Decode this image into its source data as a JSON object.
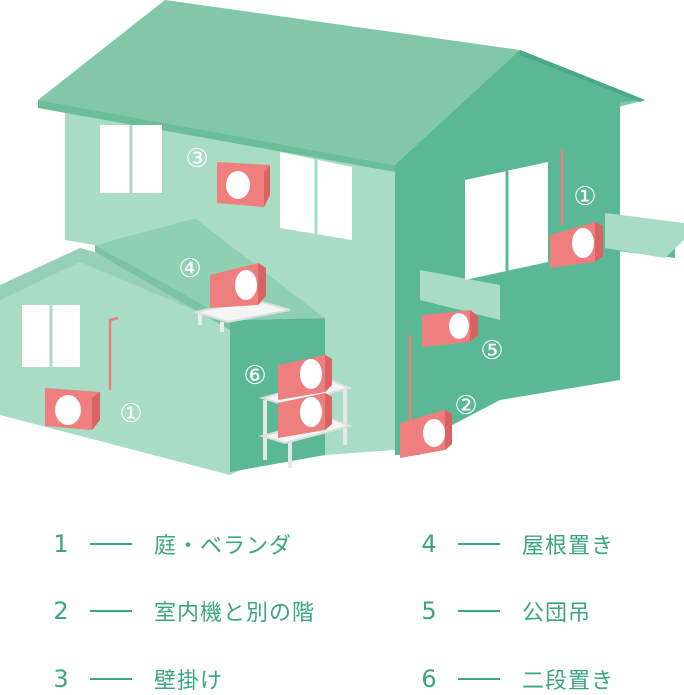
{
  "markers": {
    "m1a": "①",
    "m1b": "①",
    "m2": "②",
    "m3": "③",
    "m4": "④",
    "m5": "⑤",
    "m6": "⑥"
  },
  "legend": [
    {
      "num": "1",
      "label": "庭・ベランダ"
    },
    {
      "num": "2",
      "label": "室内機と別の階"
    },
    {
      "num": "3",
      "label": "壁掛け"
    },
    {
      "num": "4",
      "label": "屋根置き"
    },
    {
      "num": "5",
      "label": "公団吊"
    },
    {
      "num": "6",
      "label": "二段置き"
    }
  ],
  "colors": {
    "house_main": "#a9dcc5",
    "house_dark": "#5bb894",
    "roof": "#82c7a8",
    "roof_ridge": "#6cbd9a",
    "unit": "#ef7f7f",
    "unit_side": "#d96262",
    "window": "#ffffff",
    "text": "#3aa67f"
  }
}
